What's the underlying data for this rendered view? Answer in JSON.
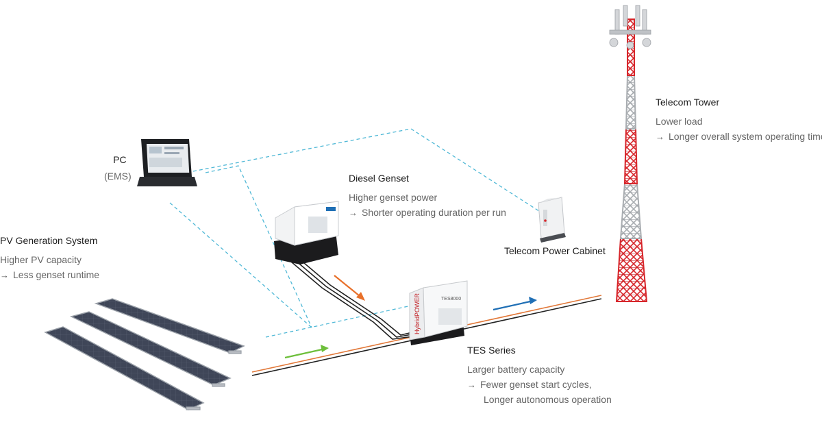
{
  "colors": {
    "dash_line": "#4fb8d6",
    "cable_dark": "#222222",
    "cable_orange": "#e2793a",
    "arrow_orange": "#e8702a",
    "arrow_green": "#6dbf3b",
    "arrow_blue": "#1f6fb5",
    "tower_red": "#d7262b",
    "tower_grey": "#b9bcbf",
    "panel_blue": "#3e4555"
  },
  "pv": {
    "title": "PV Generation System",
    "line1": "Higher PV capacity",
    "arrow": "→",
    "line2": "Less genset runtime"
  },
  "pc": {
    "title": "PC",
    "subtitle": "(EMS)"
  },
  "genset": {
    "title": "Diesel Genset",
    "line1": "Higher genset power",
    "arrow": "→",
    "line2": "Shorter operating duration per run"
  },
  "cabinet": {
    "title": "Telecom Power Cabinet"
  },
  "tower": {
    "title": "Telecom Tower",
    "line1": "Lower load",
    "arrow": "→",
    "line2": "Longer overall system operating time"
  },
  "tes": {
    "title": "TES Series",
    "line1": "Larger battery capacity",
    "arrow": "→",
    "line2": "Fewer genset start cycles,",
    "line3": "Longer autonomous operation"
  },
  "tes_unit": {
    "brand": "HybridPOWER",
    "model": "TES8000"
  },
  "icons": {
    "pc": "laptop-icon",
    "genset": "diesel-genset-icon",
    "cabinet": "power-cabinet-icon",
    "tower": "telecom-tower-icon",
    "tes": "battery-unit-icon",
    "pv": "solar-panels-icon"
  }
}
